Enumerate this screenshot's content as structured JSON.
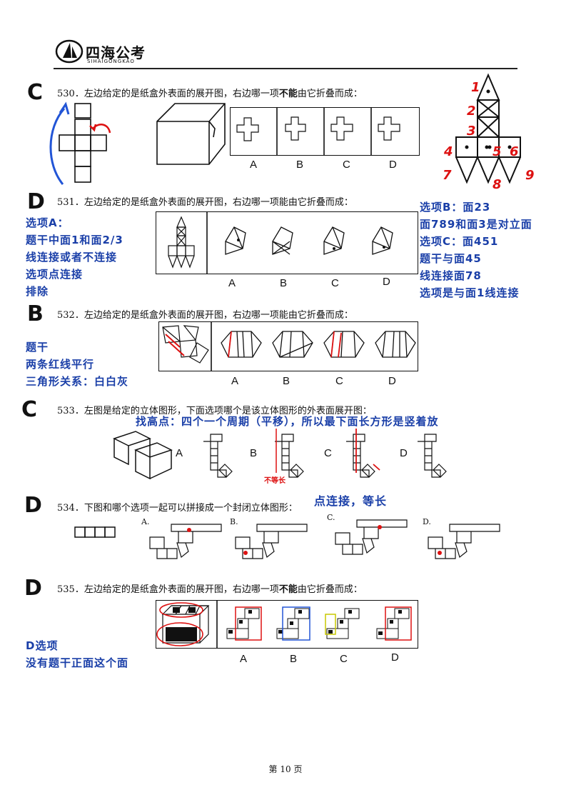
{
  "header": {
    "brand_name": "四海公考",
    "brand_sub": "SIHAIGONGKAO"
  },
  "questions": [
    {
      "answer": "C",
      "stem": "530．左边给定的是纸盒外表面的展开图，右边哪一项",
      "stem_bold": "不能",
      "stem_tail": "由它折叠而成：",
      "options": [
        "A",
        "B",
        "C",
        "D"
      ]
    },
    {
      "answer": "D",
      "stem": "531．左边给定的是纸盒外表面的展开图，右边哪一项能由它折叠而成：",
      "options": [
        "A",
        "B",
        "C",
        "D"
      ],
      "note_left": [
        "选项A：",
        "题干中面1和面2/3",
        "线连接或者不连接",
        "选项点连接",
        "排除"
      ],
      "note_right": [
        "选项B：面23",
        "面789和面3是对立面",
        "选项C：面451",
        "题干与面45",
        "线连接面78",
        "选项是与面1线连接"
      ],
      "face_numbers": [
        "1",
        "2",
        "3",
        "4",
        "5",
        "6",
        "7",
        "8",
        "9"
      ]
    },
    {
      "answer": "B",
      "stem": "532．左边给定的是纸盒外表面的展开图，右边哪一项能由它折叠而成：",
      "options": [
        "A",
        "B",
        "C",
        "D"
      ],
      "note_left": [
        "题干",
        "两条红线平行",
        "三角形关系：白白灰"
      ]
    },
    {
      "answer": "C",
      "stem": "533．左图是给定的立体图形，下面选项哪个是该立体图形的外表面展开图：",
      "note_top": "找高点：四个一个周期（平移），所以最下面长方形是竖着放",
      "note_red": "不等长",
      "options": [
        "A",
        "B",
        "C",
        "D"
      ]
    },
    {
      "answer": "D",
      "stem": "534．下图和哪个选项一起可以拼接成一个封闭立体图形：",
      "note_inline": "点连接，等长",
      "options": [
        "A.",
        "B.",
        "C.",
        "D."
      ]
    },
    {
      "answer": "D",
      "stem": "535．左边给定的是纸盒外表面的展开图，右边哪一项",
      "stem_bold": "不能",
      "stem_tail": "由它折叠而成：",
      "options": [
        "A",
        "B",
        "C",
        "D"
      ],
      "note_left": [
        "D选项",
        "没有题干正面这个面"
      ]
    }
  ],
  "footer": {
    "page_label": "第 10 页"
  },
  "colors": {
    "note_blue": "#1a3fa8",
    "red": "#d11111",
    "arrow_blue": "#2255d6"
  }
}
